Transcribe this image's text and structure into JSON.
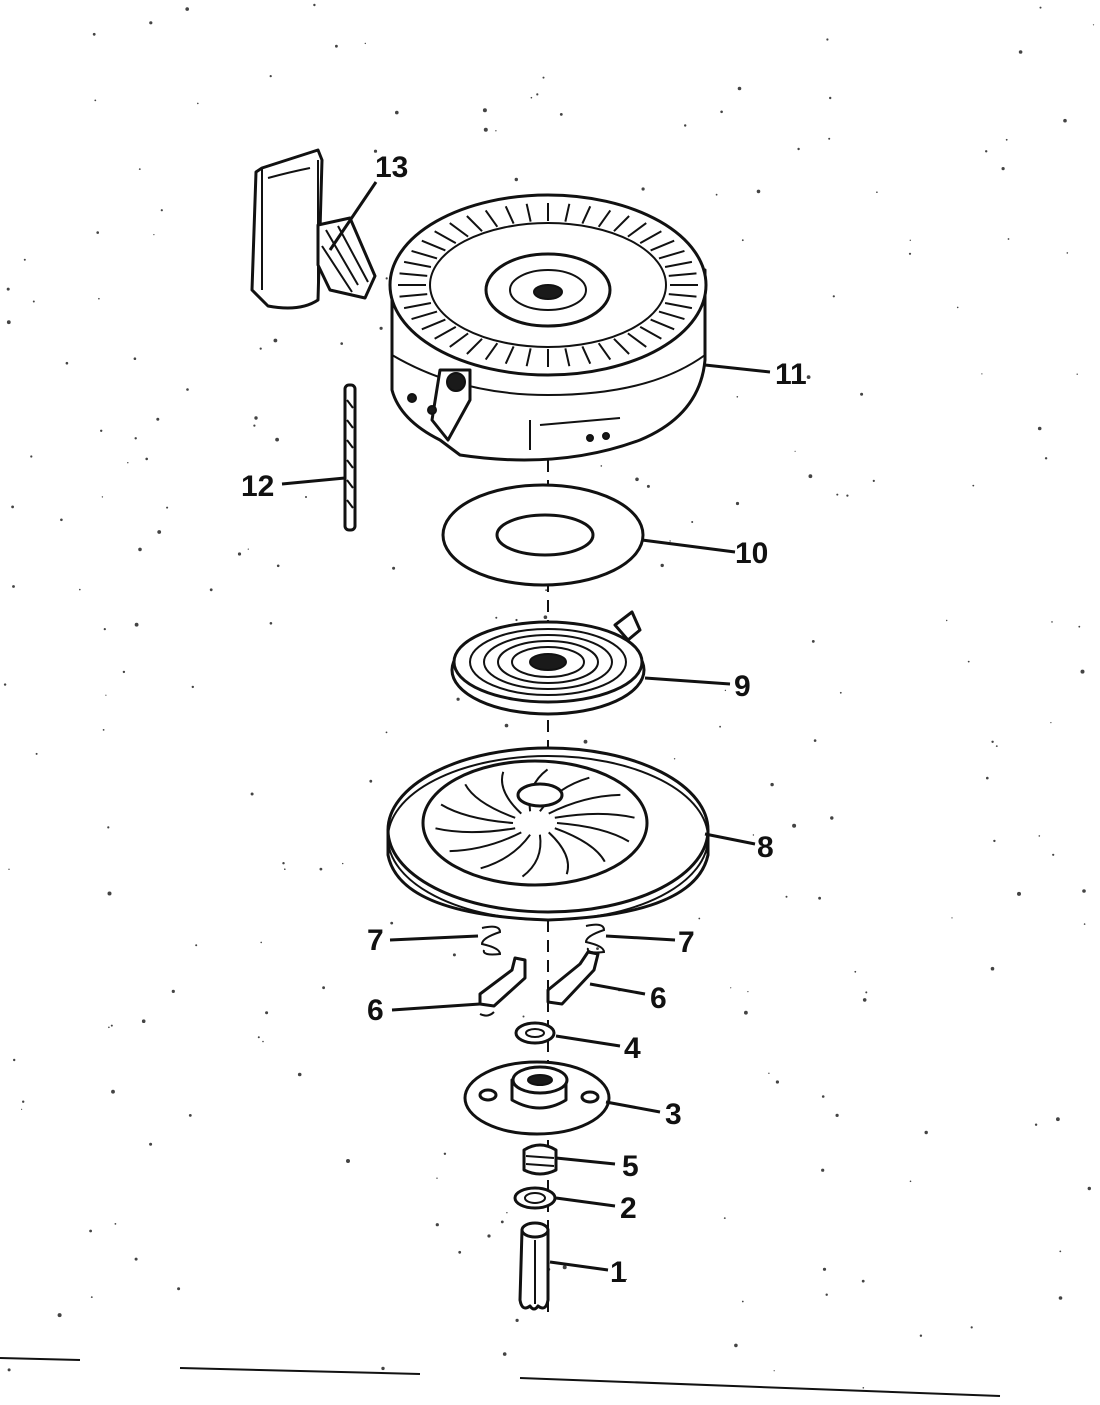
{
  "callouts": {
    "p1": "1",
    "p2": "2",
    "p3": "3",
    "p4": "4",
    "p5": "5",
    "p6_left": "6",
    "p6_right": "6",
    "p7_left": "7",
    "p7_right": "7",
    "p8": "8",
    "p9": "9",
    "p10": "10",
    "p11": "11",
    "p12": "12",
    "p13": "13"
  },
  "colors": {
    "ink": "#111111",
    "paper": "#ffffff"
  }
}
